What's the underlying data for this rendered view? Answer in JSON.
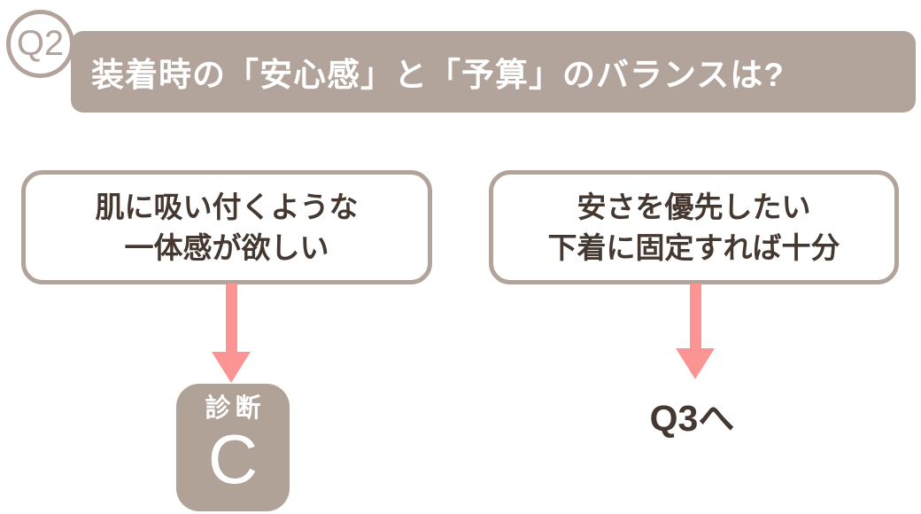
{
  "badge": {
    "label": "Q2"
  },
  "header": {
    "title": "装着時の「安心感」と「予算」のバランスは?"
  },
  "options": [
    {
      "line1": "肌に吸い付くような",
      "line2": "一体感が欲しい"
    },
    {
      "line1": "安さを優先したい",
      "line2": "下着に固定すれば十分"
    }
  ],
  "outcomes": {
    "diagnosis": {
      "label": "診断",
      "grade": "C"
    },
    "next": {
      "label": "Q3へ"
    }
  },
  "colors": {
    "taupe": "#b2a39b",
    "arrow_pink": "#fc9494",
    "text_brown": "#453831",
    "white": "#ffffff"
  }
}
